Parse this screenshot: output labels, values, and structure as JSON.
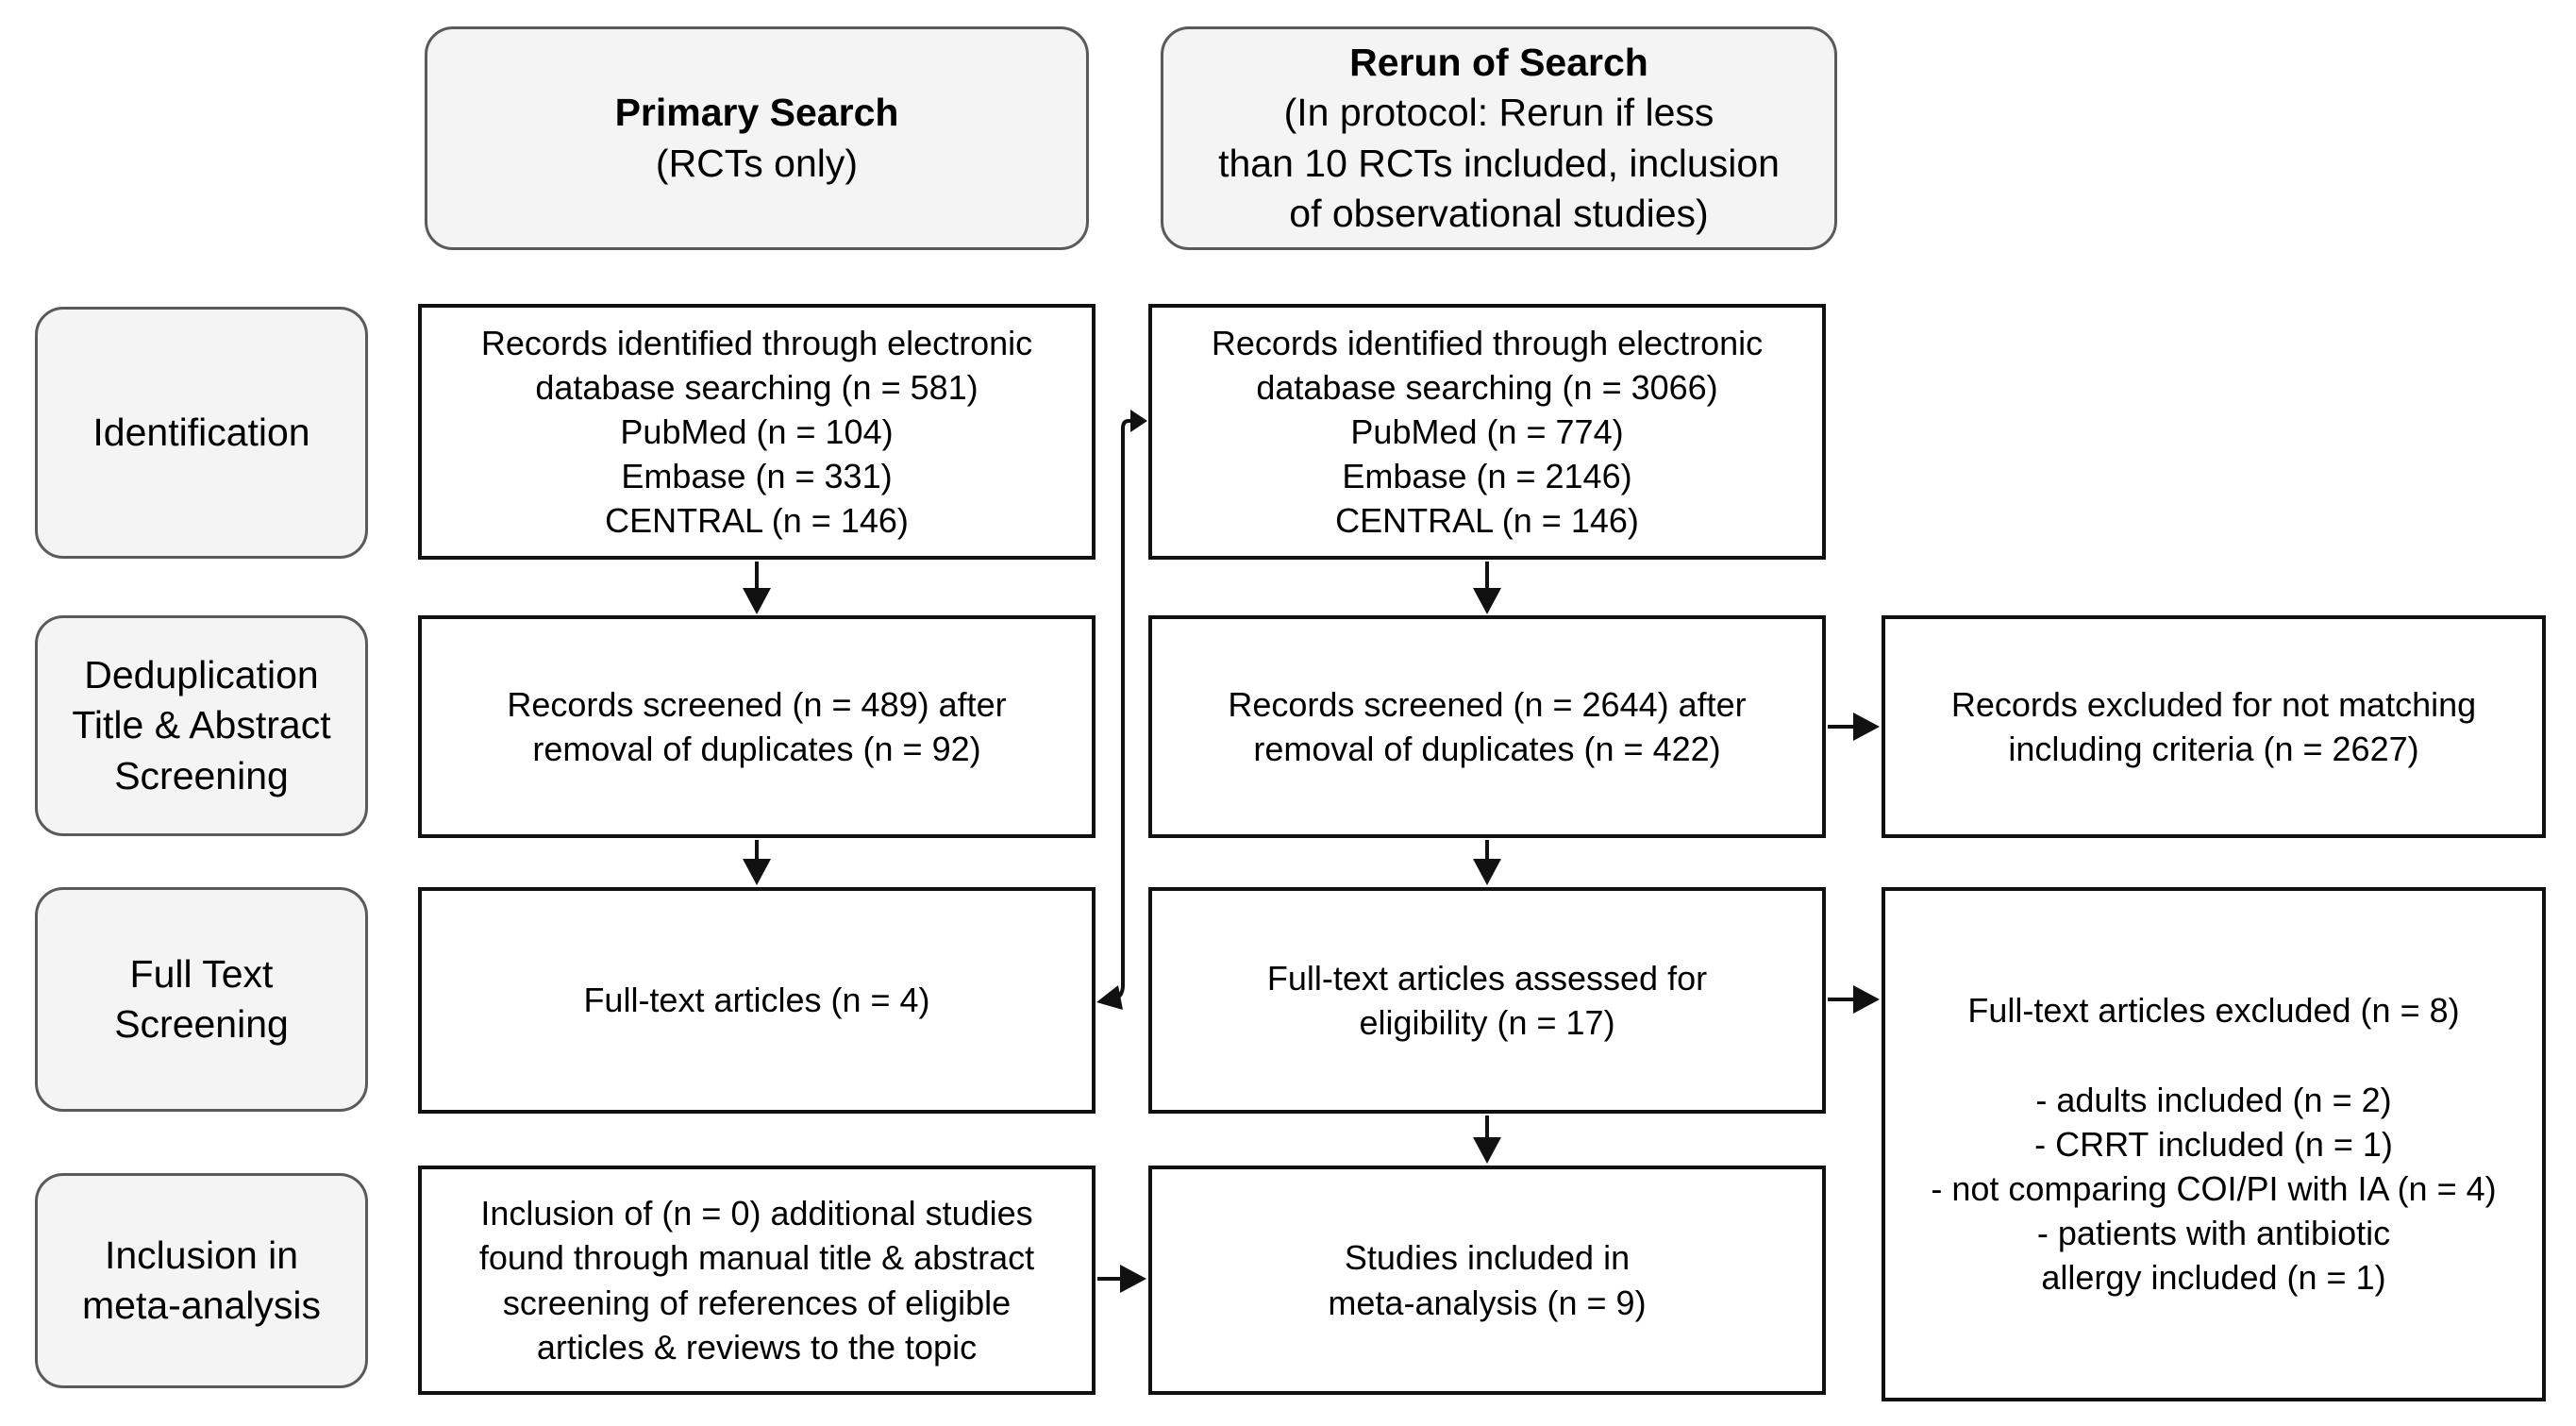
{
  "colors": {
    "background": "#ffffff",
    "panel_fill": "#f4f4f4",
    "panel_border": "#5a5a5a",
    "node_border": "#111111",
    "text": "#000000"
  },
  "headers": [
    {
      "title": "Primary Search",
      "subtitle": "(RCTs only)"
    },
    {
      "title": "Rerun of Search",
      "subtitle": "(In protocol: Rerun if less\nthan 10 RCTs included, inclusion\nof observational studies)"
    }
  ],
  "stages": [
    {
      "label": "Identification"
    },
    {
      "label": "Deduplication\nTitle & Abstract\nScreening"
    },
    {
      "label": "Full Text\nScreening"
    },
    {
      "label": "Inclusion in\nmeta-analysis"
    }
  ],
  "boxes": {
    "primary_identification": "Records identified through electronic\ndatabase searching (n = 581)\nPubMed (n = 104)\nEmbase (n = 331)\nCENTRAL (n = 146)",
    "rerun_identification": "Records identified through electronic\ndatabase searching (n = 3066)\nPubMed (n = 774)\nEmbase (n = 2146)\nCENTRAL (n = 146)",
    "primary_screening": "Records screened (n = 489) after\nremoval of duplicates (n = 92)",
    "rerun_screening": "Records screened (n = 2644) after\nremoval of duplicates (n = 422)",
    "records_excluded": "Records excluded for not matching\nincluding criteria  (n = 2627)",
    "primary_fulltext": "Full-text articles  (n = 4)",
    "rerun_fulltext": "Full-text articles assessed for\neligibility (n = 17)",
    "fulltext_excluded": "Full-text articles excluded (n = 8)\n\n- adults included (n = 2)\n- CRRT included (n = 1)\n- not comparing COI/PI with IA (n = 4)\n- patients with antibiotic\nallergy included (n = 1)",
    "manual_inclusion": "Inclusion of (n = 0) additional studies\nfound through manual title & abstract\nscreening of references of eligible\narticles & reviews to the topic",
    "studies_included": "Studies included in\nmeta-analysis (n = 9)"
  }
}
